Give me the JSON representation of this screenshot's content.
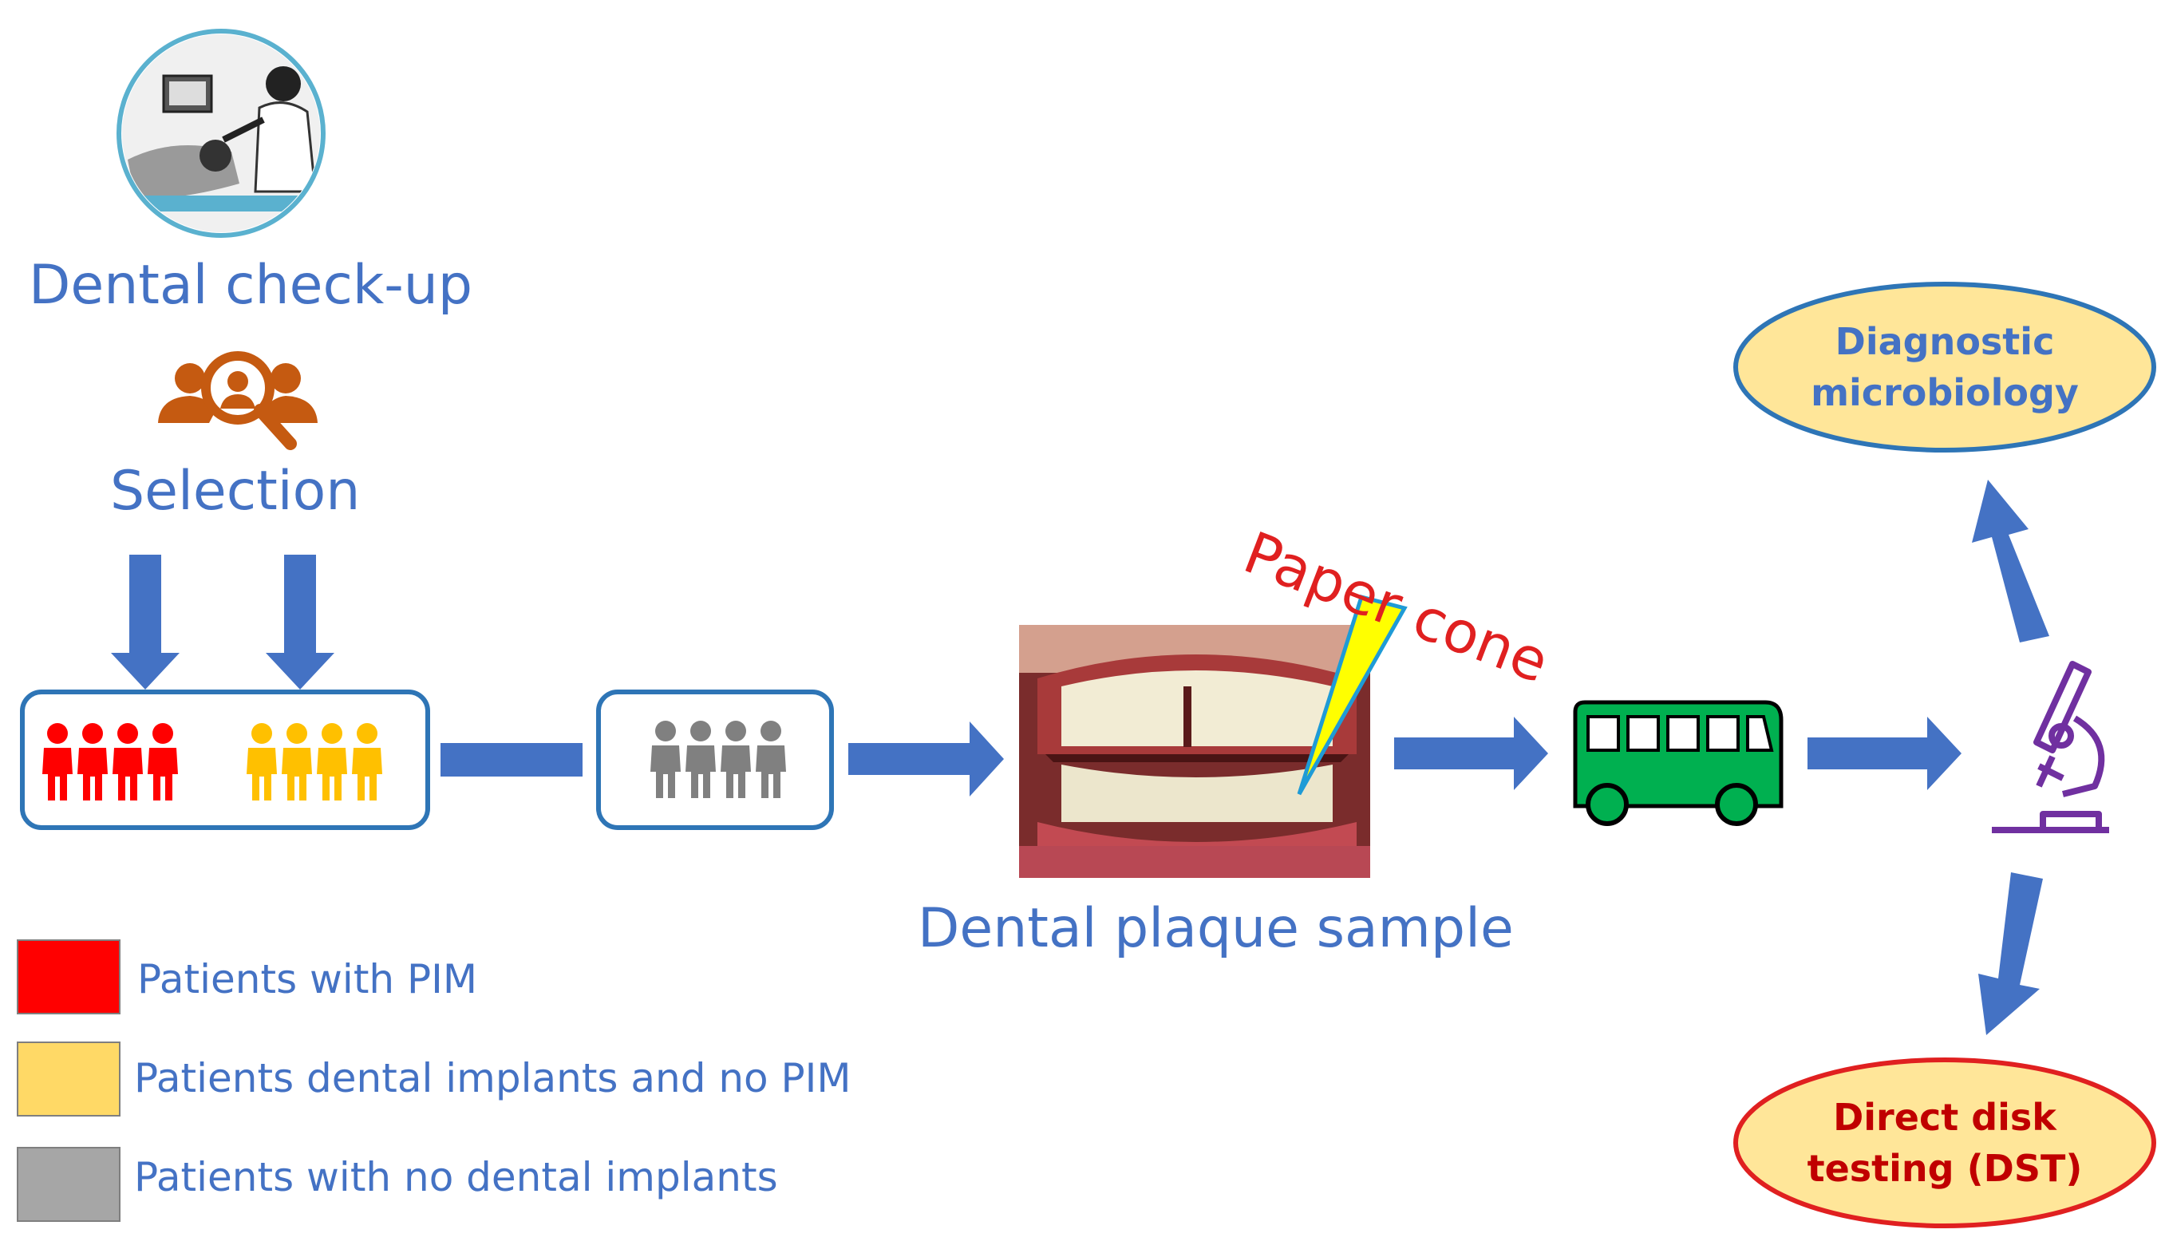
{
  "labels": {
    "checkup": "Dental check-up",
    "selection": "Selection",
    "plaque": "Dental plaque sample",
    "paper_cone": "Paper cone"
  },
  "outcomes": {
    "diagnostic_line1": "Diagnostic",
    "diagnostic_line2": "microbiology",
    "dst_line1": "Direct disk",
    "dst_line2": "testing (DST)"
  },
  "legend": [
    {
      "label": "Patients with PIM",
      "color": "#ff0000"
    },
    {
      "label": "Patients dental implants and no PIM",
      "color": "#ffd966"
    },
    {
      "label": "Patients with no dental implants",
      "color": "#a6a6a6"
    }
  ],
  "colors": {
    "arrow": "#4472c4",
    "pim": "#ff0000",
    "implants": "#ffc000",
    "no_implants": "#808080",
    "bus": "#00b050",
    "microscope": "#7030a0",
    "ellipse_fill": "#ffe699"
  },
  "icons": [
    "dentist-photo",
    "people-search-icon",
    "patient-group-icon",
    "dental-photo",
    "paper-cone-icon",
    "bus-icon",
    "microscope-icon"
  ]
}
